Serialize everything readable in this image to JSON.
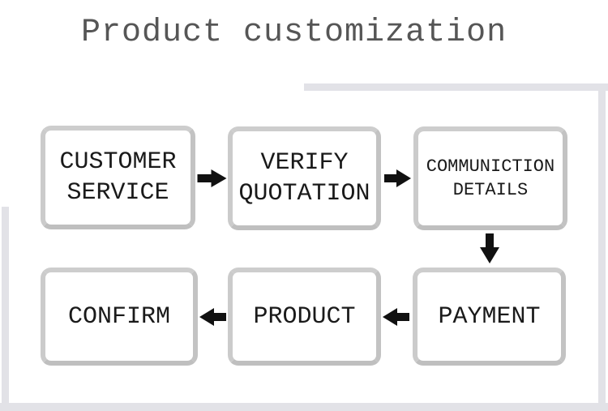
{
  "title": "Product customization",
  "flow": {
    "boxes": [
      {
        "label": "CUSTOMER SERVICE",
        "lines": [
          "CUSTOMER",
          "SERVICE"
        ]
      },
      {
        "label": "VERIFY QUOTATION",
        "lines": [
          "VERIFY",
          "QUOTATION"
        ]
      },
      {
        "label": "COMMUNICTION DETAILS",
        "lines": [
          "COMMUNICTION",
          "DETAILS"
        ]
      },
      {
        "label": "CONFIRM",
        "lines": [
          "CONFIRM"
        ]
      },
      {
        "label": "PRODUCT",
        "lines": [
          "PRODUCT"
        ]
      },
      {
        "label": "PAYMENT",
        "lines": [
          "PAYMENT"
        ]
      }
    ],
    "arrows": [
      {
        "from": "CUSTOMER SERVICE",
        "to": "VERIFY QUOTATION",
        "direction": "right"
      },
      {
        "from": "VERIFY QUOTATION",
        "to": "COMMUNICTION DETAILS",
        "direction": "right"
      },
      {
        "from": "COMMUNICTION DETAILS",
        "to": "PAYMENT",
        "direction": "down"
      },
      {
        "from": "PAYMENT",
        "to": "PRODUCT",
        "direction": "left"
      },
      {
        "from": "PRODUCT",
        "to": "CONFIRM",
        "direction": "left"
      }
    ]
  },
  "colors": {
    "title_text": "#565656",
    "box_border": "#c9c9c9",
    "box_text": "#1a1a1a",
    "arrow": "#111111",
    "frame_line": "#e2e2e7",
    "background": "#ffffff"
  }
}
